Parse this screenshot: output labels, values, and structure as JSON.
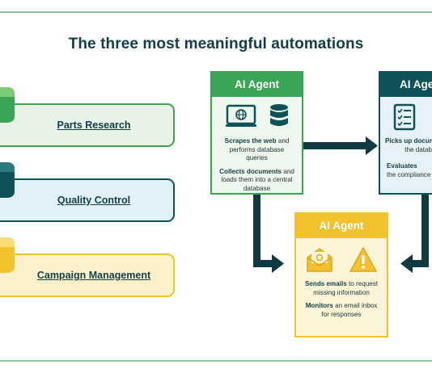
{
  "title": "The three most meaningful automations",
  "menu": [
    {
      "label": "Parts Research",
      "color": "#3aa655",
      "fill": "#e6f3e6"
    },
    {
      "label": "Quality Control",
      "color": "#0e5157",
      "fill": "#e2f1f8"
    },
    {
      "label": "Campaign Management",
      "color": "#f2c12e",
      "fill": "#fdf1cc"
    }
  ],
  "agents": [
    {
      "header": "AI Agent",
      "icons": [
        "web-monitor-icon",
        "database-icon"
      ],
      "lines": [
        {
          "bold": "Scrapes the web",
          "rest": " and performs database queries"
        },
        {
          "bold": "Collects documents",
          "rest": " and loads them into a central database"
        }
      ]
    },
    {
      "header": "AI Agen",
      "icons": [
        "checklist-icon"
      ],
      "lines": [
        {
          "bold": "Picks up docum",
          "rest": " the datab"
        },
        {
          "bold": "Evaluates",
          "rest": " the compliance req"
        }
      ]
    },
    {
      "header": "AI Agent",
      "icons": [
        "email-icon",
        "warning-icon"
      ],
      "lines": [
        {
          "bold": "Sends emails",
          "rest": " to request missing information"
        },
        {
          "bold": "Monitors",
          "rest": " an email inbox for responses"
        }
      ]
    }
  ],
  "colors": {
    "green": "#3aa655",
    "teal": "#0e5157",
    "yellow": "#f2c12e",
    "arrow": "#0e3a40"
  }
}
